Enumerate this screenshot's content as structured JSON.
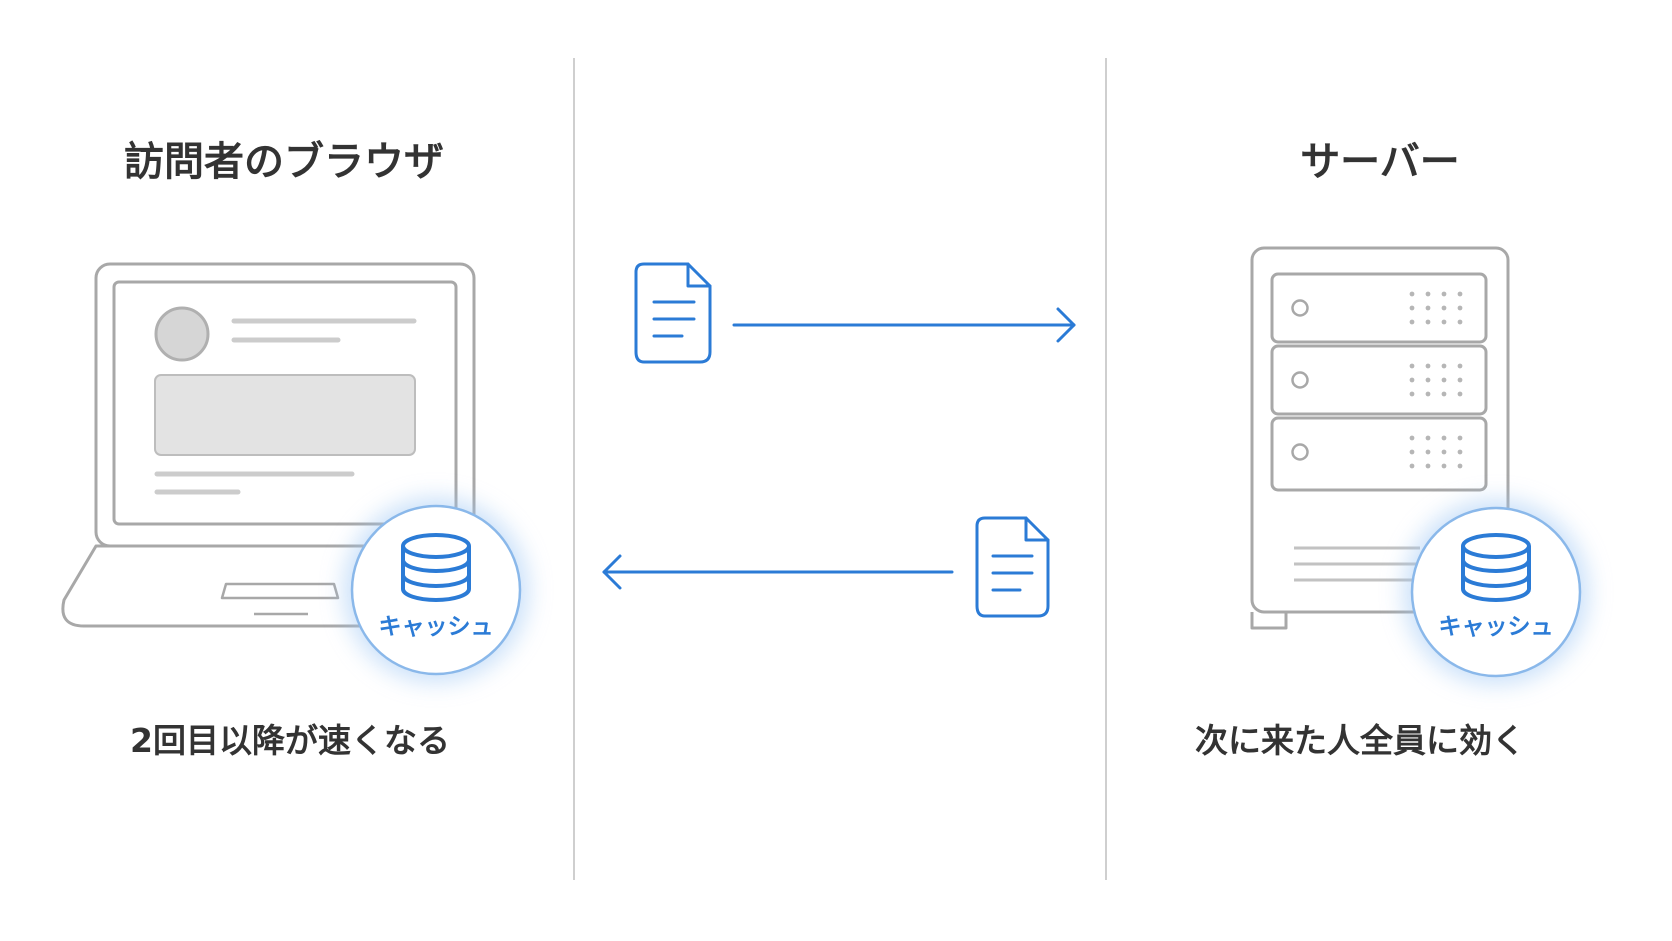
{
  "browser_panel": {
    "title": "訪問者のブラウザ",
    "caption": "2回目以降が速くなる",
    "cache_label": "キャッシュ"
  },
  "server_panel": {
    "title": "サーバー",
    "caption": "次に来た人全員に効く",
    "cache_label": "キャッシュ"
  },
  "colors": {
    "accent": "#2b7bd6",
    "outline": "#a8a8a8",
    "divider": "#cfcfcf",
    "text": "#333333"
  }
}
